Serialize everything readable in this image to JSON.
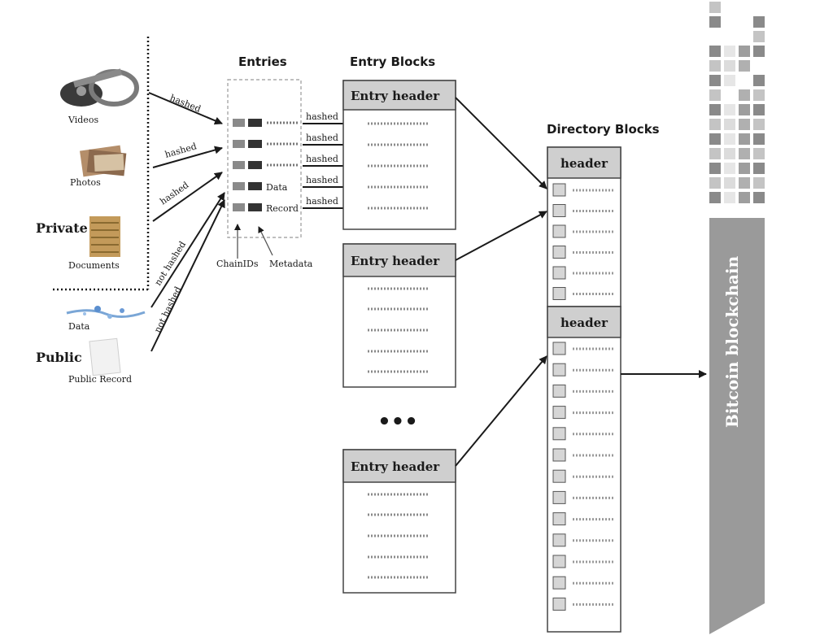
{
  "titles": {
    "entries": "Entries",
    "entry_blocks": "Entry Blocks",
    "directory_blocks": "Directory Blocks"
  },
  "sources": {
    "private_label": "Private",
    "public_label": "Public",
    "videos": "Videos",
    "photos": "Photos",
    "documents": "Documents",
    "data": "Data",
    "public_record": "Public Record"
  },
  "arrow_labels": {
    "hashed": "hashed",
    "not_hashed": "not hashed"
  },
  "entries": {
    "data": "Data",
    "record": "Record",
    "chain_ids": "ChainIDs",
    "metadata": "Metadata"
  },
  "entry_block": {
    "header": "Entry header"
  },
  "directory_block": {
    "header": "header"
  },
  "ellipsis": "•••",
  "bitcoin": "Bitcoin blockchain",
  "colors": {
    "header_fill": "#cfcfcf",
    "bitcoin_bar": "#9a9a9a",
    "line": "#1a1a1a"
  }
}
